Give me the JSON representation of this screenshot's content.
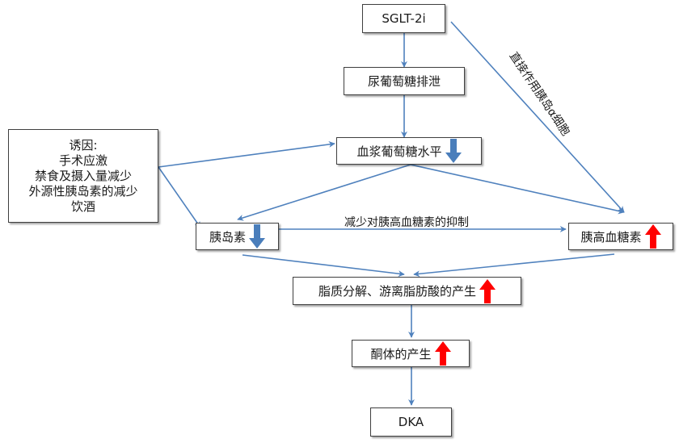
{
  "nodes": {
    "sglt": {
      "label": "SGLT-2i"
    },
    "urine": {
      "label": "尿葡萄糖排泄"
    },
    "plasma": {
      "label": "血浆葡萄糖水平",
      "indicator": "down"
    },
    "causes": {
      "title": "诱因:",
      "items": [
        "手术应激",
        "禁食及摄入量减少",
        "外源性胰岛素的减少",
        "饮酒"
      ]
    },
    "insulin": {
      "label": "胰岛素",
      "indicator": "down"
    },
    "glucagon": {
      "label": "胰高血糖素",
      "indicator": "up"
    },
    "lipolysis": {
      "label": "脂质分解、游离脂肪酸的产生",
      "indicator": "up"
    },
    "ketone": {
      "label": "酮体的产生",
      "indicator": "up"
    },
    "dka": {
      "label": "DKA"
    }
  },
  "edge_labels": {
    "direct": "直接作用胰岛α细胞",
    "reduce": "减少对胰高血糖素的抑制"
  },
  "colors": {
    "arrow": "#4f81bd",
    "indicator_down": "#4a7ebb",
    "indicator_up": "#ff0000",
    "border": "#3f3f3f"
  },
  "icons": {
    "down": "arrow-down-icon",
    "up": "arrow-up-icon"
  }
}
